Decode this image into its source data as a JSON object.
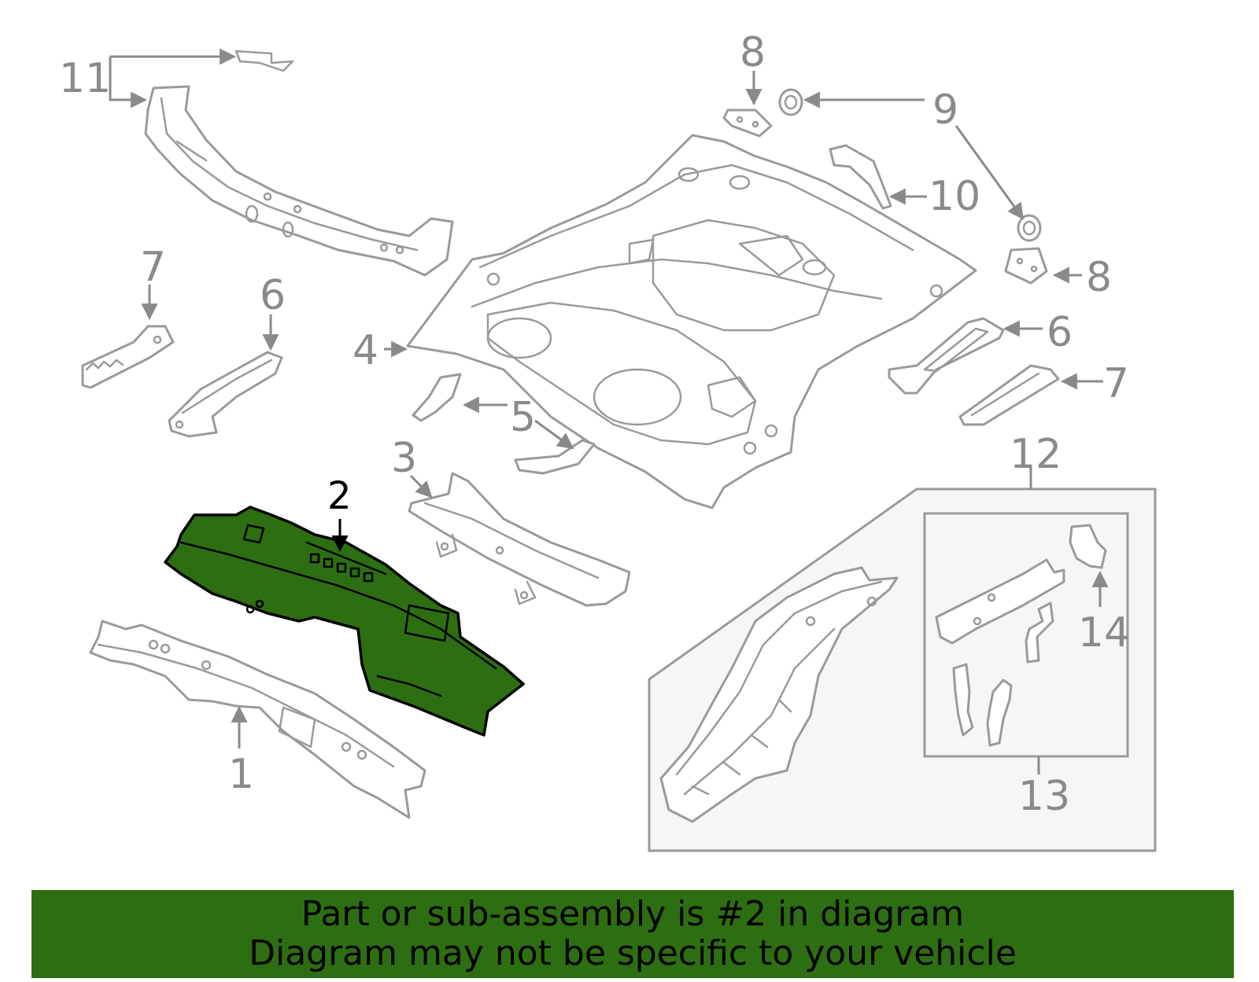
{
  "labels": {
    "p1": "1",
    "p2": "2",
    "p3": "3",
    "p4": "4",
    "p5": "5",
    "p6a": "6",
    "p6b": "6",
    "p7a": "7",
    "p7b": "7",
    "p8a": "8",
    "p8b": "8",
    "p9": "9",
    "p10": "10",
    "p11": "11",
    "p12": "12",
    "p13": "13",
    "p14": "14"
  },
  "colors": {
    "highlight": "#2e6e12",
    "line": "#9a9a9a",
    "text": "#8a8a8a"
  },
  "banner": {
    "line1": "Part or sub-assembly is #2 in diagram",
    "line2": "Diagram may not be specific to your vehicle"
  }
}
